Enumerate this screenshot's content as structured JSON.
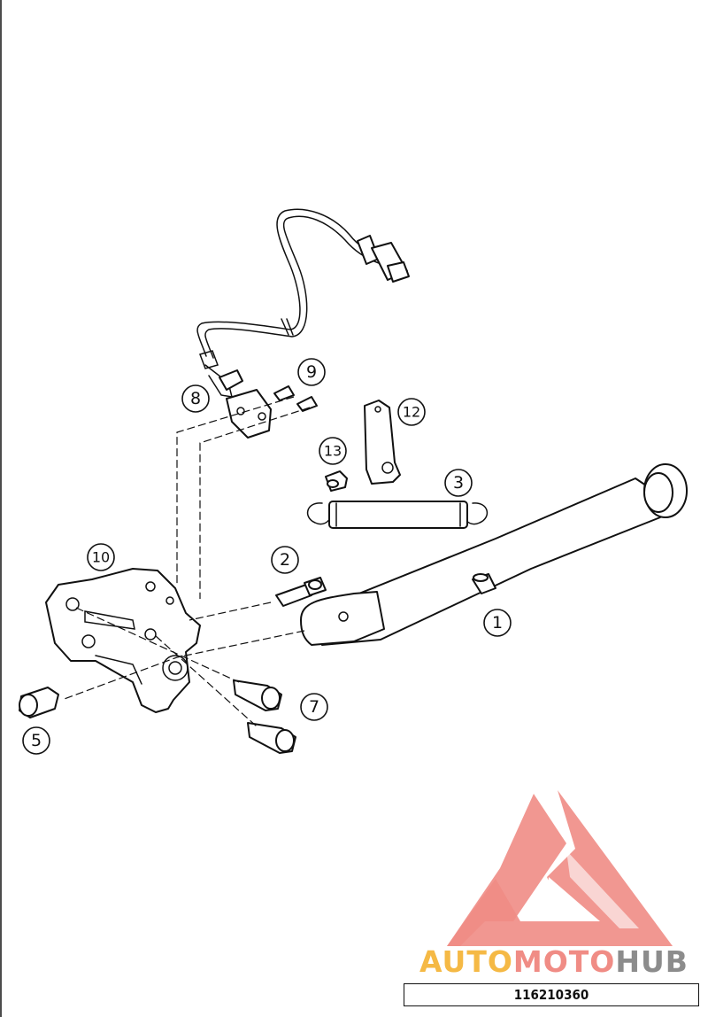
{
  "callouts": [
    {
      "id": "c1",
      "label": "1"
    },
    {
      "id": "c2",
      "label": "2"
    },
    {
      "id": "c3",
      "label": "3"
    },
    {
      "id": "c5",
      "label": "5"
    },
    {
      "id": "c7",
      "label": "7"
    },
    {
      "id": "c8",
      "label": "8"
    },
    {
      "id": "c9",
      "label": "9"
    },
    {
      "id": "c10",
      "label": "10"
    },
    {
      "id": "c12",
      "label": "12"
    },
    {
      "id": "c13",
      "label": "13"
    }
  ],
  "watermark": {
    "brand_part1": "AUTO",
    "brand_part2": "MOTO",
    "brand_part3": "HUB",
    "color_orange": "#f5b945",
    "color_red": "#f08c85",
    "color_gray": "#8c8c8c"
  },
  "reference_number": "116210360"
}
